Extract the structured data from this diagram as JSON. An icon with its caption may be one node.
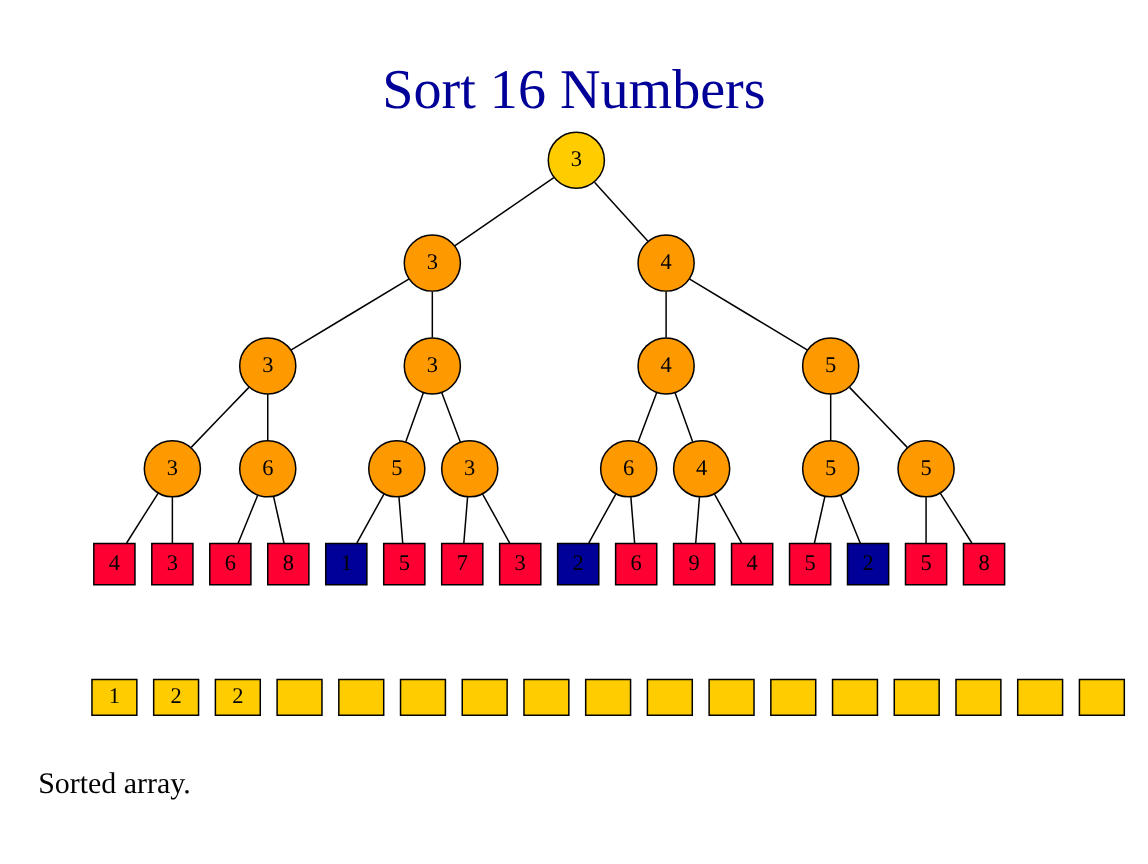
{
  "diagram": {
    "title": "Sort 16 Numbers",
    "nodes": [
      {
        "text": [
          "3"
        ]
      },
      {
        "text": [
          "3"
        ]
      },
      {
        "text": [
          "4"
        ]
      },
      {
        "text": [
          "3"
        ]
      },
      {
        "text": [
          "3"
        ]
      },
      {
        "text": [
          "4"
        ]
      },
      {
        "text": [
          "5"
        ]
      },
      {
        "text": [
          "3"
        ]
      },
      {
        "text": [
          "6"
        ]
      },
      {
        "text": [
          "5"
        ]
      },
      {
        "text": [
          "3"
        ]
      },
      {
        "text": [
          "6"
        ]
      },
      {
        "text": [
          "4"
        ]
      },
      {
        "text": [
          "5"
        ]
      },
      {
        "text": [
          "5"
        ]
      },
      {
        "text": [
          "4"
        ]
      },
      {
        "text": [
          "3"
        ]
      },
      {
        "text": [
          "6"
        ]
      },
      {
        "text": [
          "8"
        ]
      },
      {
        "text": [
          "1"
        ]
      },
      {
        "text": [
          "5"
        ]
      },
      {
        "text": [
          "7"
        ]
      },
      {
        "text": [
          "3"
        ]
      },
      {
        "text": [
          "2"
        ]
      },
      {
        "text": [
          "6"
        ]
      },
      {
        "text": [
          "9"
        ]
      },
      {
        "text": [
          "4"
        ]
      },
      {
        "text": [
          "5"
        ]
      },
      {
        "text": [
          "2"
        ]
      },
      {
        "text": [
          "5"
        ]
      },
      {
        "text": [
          "8"
        ]
      },
      {
        "text": [
          "1"
        ]
      },
      {
        "text": [
          "2"
        ]
      },
      {
        "text": [
          "2"
        ]
      },
      {
        "text": [],
        "shape": "box"
      },
      {
        "text": [],
        "shape": "box"
      },
      {
        "text": [],
        "shape": "box"
      },
      {
        "text": [],
        "shape": "box"
      },
      {
        "text": [],
        "shape": "box"
      },
      {
        "text": [],
        "shape": "box"
      },
      {
        "text": [],
        "shape": "box"
      },
      {
        "text": [],
        "shape": "box"
      },
      {
        "text": [],
        "shape": "box"
      },
      {
        "text": [],
        "shape": "box"
      },
      {
        "text": [],
        "shape": "box"
      },
      {
        "text": [],
        "shape": "box"
      },
      {
        "text": [],
        "shape": "box"
      },
      {
        "text": [],
        "shape": "box"
      }
    ],
    "edges": [
      {
        "from": 0,
        "to": 1,
        "arrow": "none"
      },
      {
        "from": 0,
        "to": 2,
        "arrow": "none"
      },
      {
        "from": 1,
        "to": 3,
        "arrow": "none"
      },
      {
        "from": 1,
        "to": 4,
        "arrow": "none"
      },
      {
        "from": 2,
        "to": 5,
        "arrow": "none"
      },
      {
        "from": 2,
        "to": 6,
        "arrow": "none"
      },
      {
        "from": 3,
        "to": 7,
        "arrow": "none"
      },
      {
        "from": 3,
        "to": 8,
        "arrow": "none"
      },
      {
        "from": 4,
        "to": 9,
        "arrow": "none"
      },
      {
        "from": 4,
        "to": 10,
        "arrow": "none"
      },
      {
        "from": 5,
        "to": 11,
        "arrow": "none"
      },
      {
        "from": 5,
        "to": 12,
        "arrow": "none"
      },
      {
        "from": 6,
        "to": 13,
        "arrow": "none"
      },
      {
        "from": 6,
        "to": 14,
        "arrow": "none"
      },
      {
        "from": 7,
        "to": 15,
        "arrow": "none"
      },
      {
        "from": 7,
        "to": 16,
        "arrow": "none"
      },
      {
        "from": 8,
        "to": 17,
        "arrow": "none"
      },
      {
        "from": 8,
        "to": 18,
        "arrow": "none"
      },
      {
        "from": 9,
        "to": 19,
        "arrow": "none"
      },
      {
        "from": 9,
        "to": 20,
        "arrow": "none"
      },
      {
        "from": 10,
        "to": 21,
        "arrow": "none"
      },
      {
        "from": 10,
        "to": 22,
        "arrow": "none"
      },
      {
        "from": 11,
        "to": 23,
        "arrow": "none"
      },
      {
        "from": 11,
        "to": 24,
        "arrow": "none"
      },
      {
        "from": 12,
        "to": 25,
        "arrow": "none"
      },
      {
        "from": 12,
        "to": 26,
        "arrow": "none"
      },
      {
        "from": 13,
        "to": 27,
        "arrow": "none"
      },
      {
        "from": 13,
        "to": 28,
        "arrow": "none"
      },
      {
        "from": 14,
        "to": 29,
        "arrow": "none"
      },
      {
        "from": 14,
        "to": 30,
        "arrow": "none"
      }
    ],
    "labels": [
      "Sorted array."
    ]
  }
}
